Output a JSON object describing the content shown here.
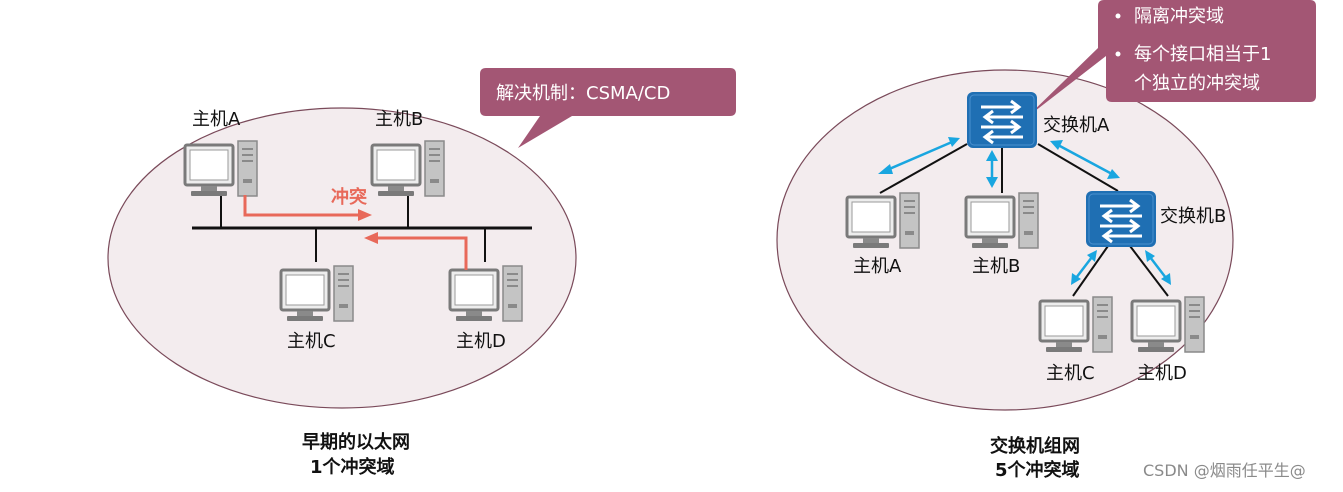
{
  "left": {
    "hosts": {
      "a": "主机A",
      "b": "主机B",
      "c": "主机C",
      "d": "主机D"
    },
    "collision_label": "冲突",
    "callout": "解决机制：CSMA/CD",
    "caption_line1": "早期的以太网",
    "caption_line2": "1个冲突域"
  },
  "right": {
    "switch_a": "交换机A",
    "switch_b": "交换机B",
    "hosts": {
      "a": "主机A",
      "b": "主机B",
      "c": "主机C",
      "d": "主机D"
    },
    "callout_bullet1": "隔离冲突域",
    "callout_bullet2_line1": "每个接口相当于1",
    "callout_bullet2_line2": "个独立的冲突域",
    "caption_line1": "交换机组网",
    "caption_line2": "5个冲突域"
  },
  "watermark": "CSDN @烟雨任平生@",
  "colors": {
    "ellipse_fill": "#f3ecee",
    "ellipse_stroke": "#7a4a5a",
    "callout_fill": "#a35674",
    "collision_red": "#e8695a",
    "switch_blue": "#1f6fb3",
    "link_cyan": "#19a6e0"
  }
}
